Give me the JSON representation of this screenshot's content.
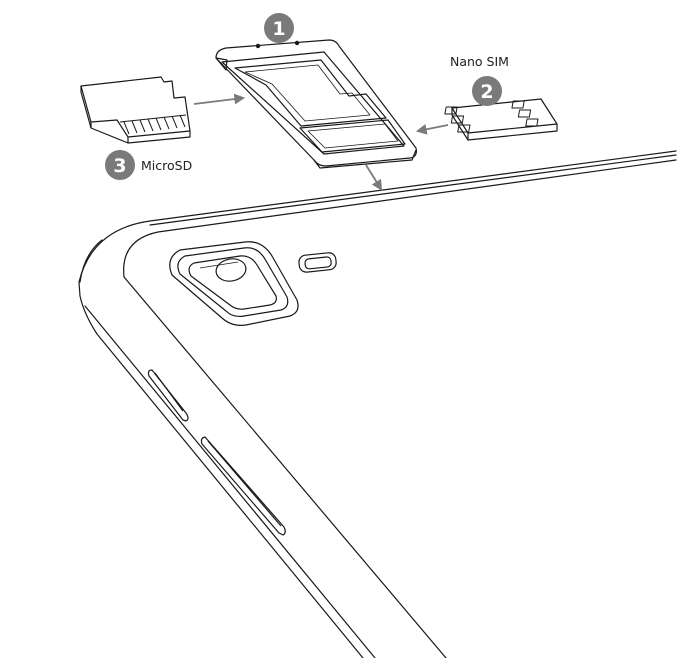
{
  "colors": {
    "line": "#1a1a1a",
    "badge": "#7a7a7a",
    "arrow": "#7a7a7a",
    "background": "#ffffff"
  },
  "steps": [
    {
      "number": "1",
      "label": ""
    },
    {
      "number": "2",
      "label": "Nano SIM"
    },
    {
      "number": "3",
      "label": "MicroSD"
    }
  ]
}
